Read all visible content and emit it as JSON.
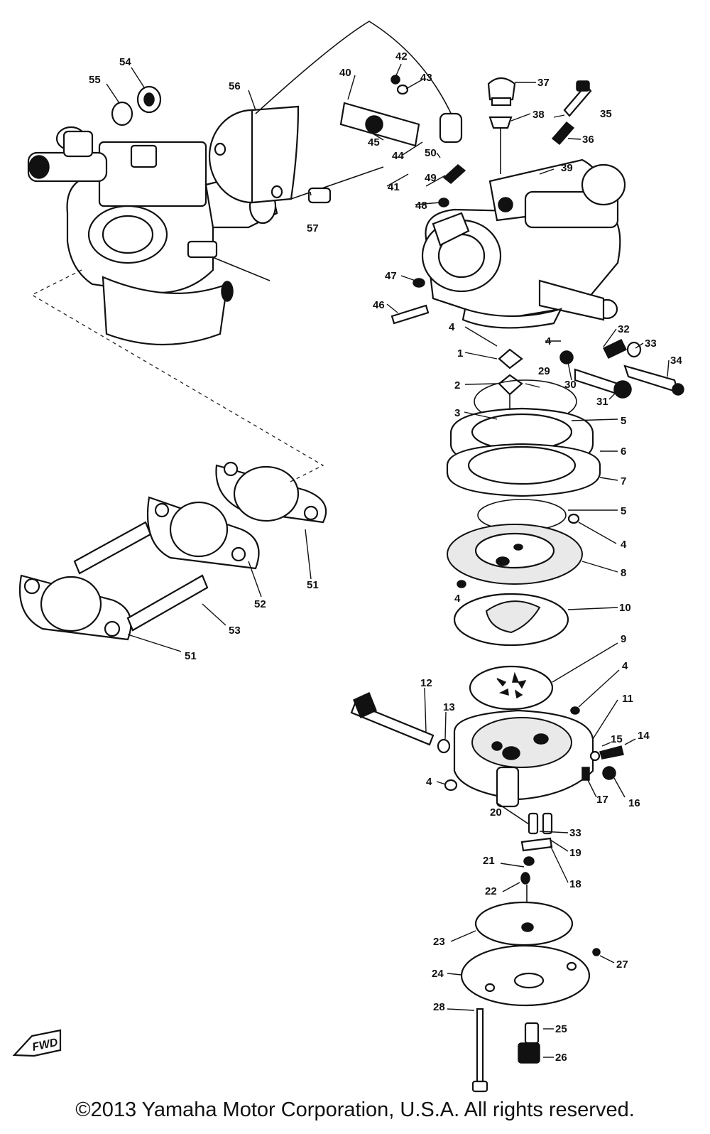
{
  "copyright": "©2013 Yamaha Motor Corporation, U.S.A. All rights reserved.",
  "fwd_label": "FWD",
  "callouts": [
    "1",
    "2",
    "3",
    "4",
    "5",
    "6",
    "7",
    "8",
    "9",
    "10",
    "11",
    "12",
    "13",
    "14",
    "15",
    "16",
    "17",
    "18",
    "19",
    "20",
    "21",
    "22",
    "23",
    "24",
    "25",
    "26",
    "27",
    "28",
    "29",
    "30",
    "31",
    "32",
    "33",
    "34",
    "35",
    "36",
    "37",
    "38",
    "39",
    "40",
    "41",
    "42",
    "43",
    "44",
    "45",
    "46",
    "47",
    "48",
    "49",
    "50",
    "51",
    "52",
    "53",
    "54",
    "55",
    "56",
    "57"
  ]
}
